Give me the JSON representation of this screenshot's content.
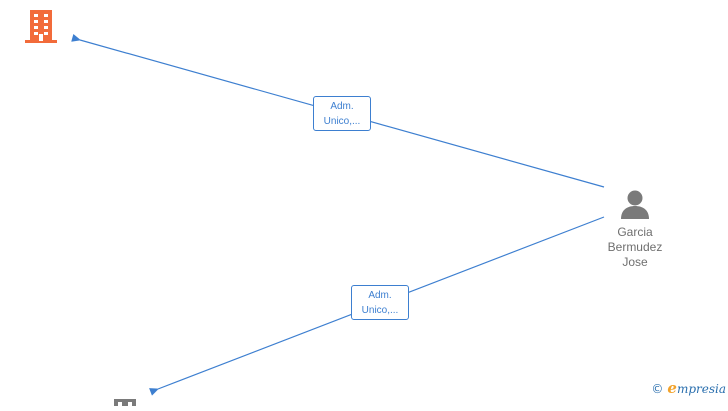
{
  "edges": [
    {
      "label_line1": "Adm.",
      "label_line2": "Unico,..."
    },
    {
      "label_line1": "Adm.",
      "label_line2": "Unico,..."
    }
  ],
  "person": {
    "name_line1": "Garcia",
    "name_line2": "Bermudez",
    "name_line3": "Jose"
  },
  "brand": {
    "copyright": "©",
    "initial": "e",
    "rest": "mpresia"
  },
  "colors": {
    "edge": "#3d7fd0",
    "company_primary": "#f26b3a",
    "company_secondary": "#7a7a7a",
    "person": "#7a7a7a",
    "brand_blue": "#2a6fae",
    "brand_orange": "#f2a22a"
  },
  "icons": {
    "company_primary": "building-icon",
    "company_secondary": "building-icon",
    "person": "person-icon"
  }
}
